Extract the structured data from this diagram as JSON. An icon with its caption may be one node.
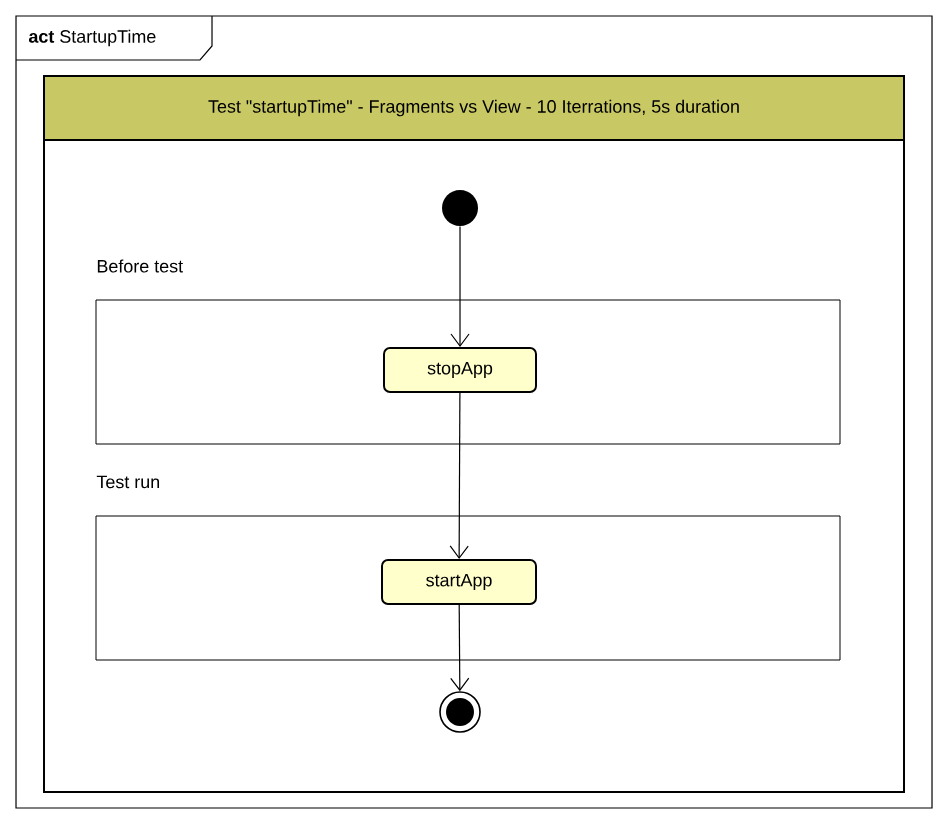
{
  "diagram": {
    "nodes": [
      {
        "text": [
          "**act** StartupTime"
        ]
      },
      {
        "text": [
          "Test \"startupTime\" - Fragments vs View  - 10 Iterrations, 5s duration"
        ],
        "in": 0
      },
      {
        "text": [],
        "shape": "circle",
        "in": 1
      },
      {
        "text": [
          "Before test"
        ],
        "in": 1
      },
      {
        "text": [
          "stopApp"
        ],
        "in": 3
      },
      {
        "text": [
          "Test run"
        ],
        "in": 1
      },
      {
        "text": [
          "startApp"
        ],
        "in": 5
      },
      {
        "text": [],
        "shape": "circle",
        "in": 1
      }
    ],
    "edges": [
      {
        "from": 2,
        "to": 4,
        "arrow": "to"
      },
      {
        "from": 4,
        "to": 6,
        "arrow": "to"
      },
      {
        "from": 6,
        "to": 7,
        "arrow": "to"
      }
    ]
  }
}
